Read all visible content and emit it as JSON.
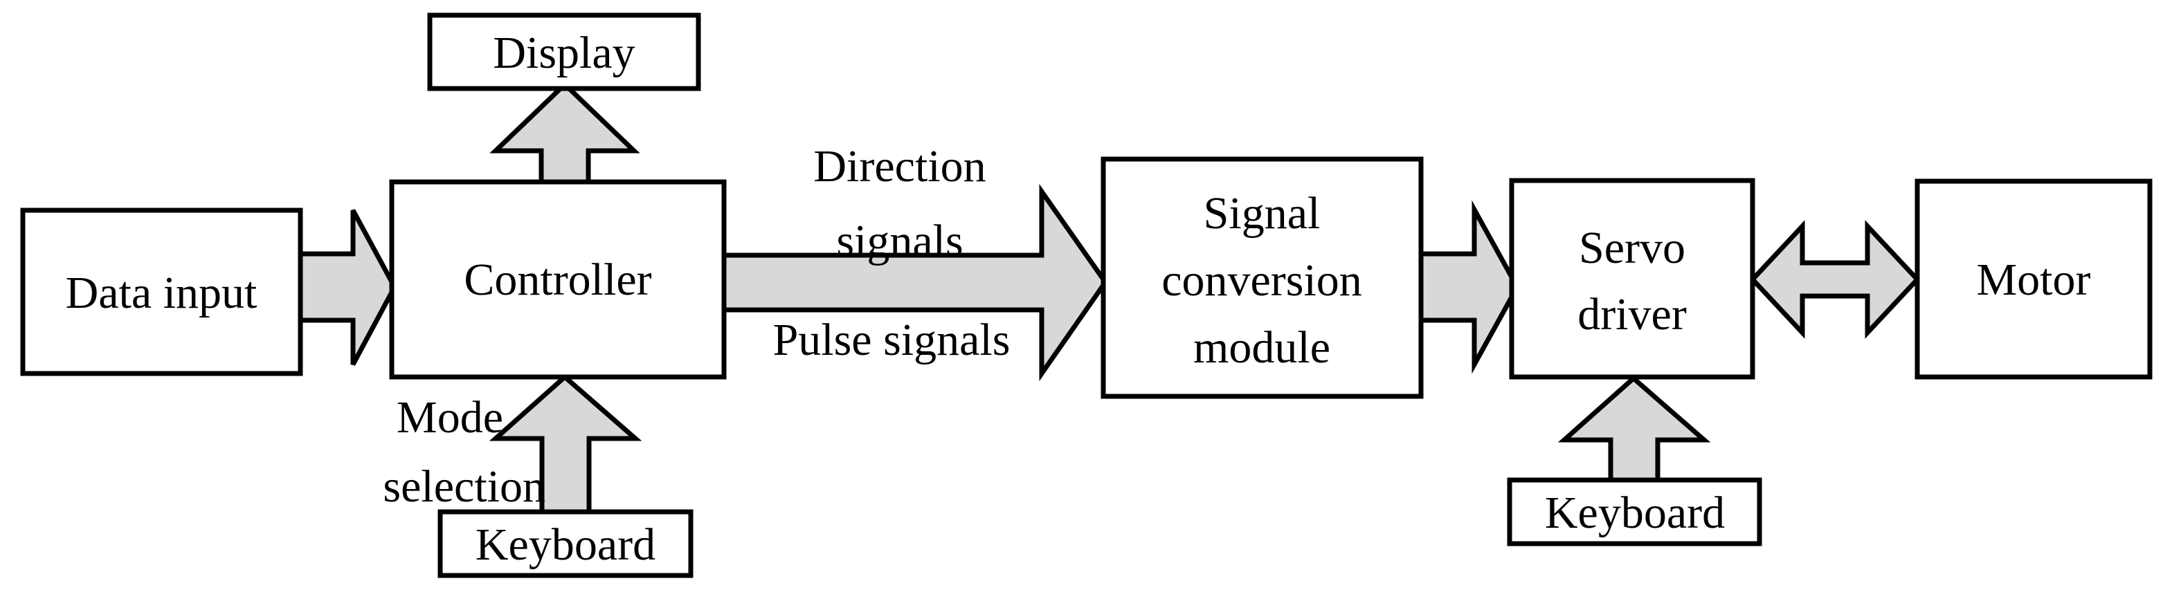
{
  "diagram": {
    "type": "block-diagram",
    "title": "Motor control system block diagram",
    "colors": {
      "background": "#ffffff",
      "box_fill": "#ffffff",
      "box_stroke": "#000000",
      "arrow_fill": "#d8d8d8",
      "arrow_stroke": "#000000",
      "text": "#000000"
    },
    "nodes": [
      {
        "id": "data-input",
        "label": "Data input",
        "lines": [
          "Data input"
        ]
      },
      {
        "id": "display",
        "label": "Display",
        "lines": [
          "Display"
        ]
      },
      {
        "id": "controller",
        "label": "Controller",
        "lines": [
          "Controller"
        ]
      },
      {
        "id": "keyboard-left",
        "label": "Keyboard",
        "lines": [
          "Keyboard"
        ]
      },
      {
        "id": "signal-conversion",
        "label": "Signal conversion module",
        "lines": [
          "Signal",
          "conversion",
          "module"
        ]
      },
      {
        "id": "servo-driver",
        "label": "Servo driver",
        "lines": [
          "Servo",
          "driver"
        ]
      },
      {
        "id": "keyboard-right",
        "label": "Keyboard",
        "lines": [
          "Keyboard"
        ]
      },
      {
        "id": "motor",
        "label": "Motor",
        "lines": [
          "Motor"
        ]
      }
    ],
    "edges": [
      {
        "id": "data-input-to-controller",
        "from": "data-input",
        "to": "controller",
        "label": "",
        "direction": "right"
      },
      {
        "id": "controller-to-display",
        "from": "controller",
        "to": "display",
        "label": "",
        "direction": "up"
      },
      {
        "id": "keyboard-left-to-controller",
        "from": "keyboard-left",
        "to": "controller",
        "label": "Mode selection",
        "direction": "up",
        "label_lines": [
          "Mode",
          "selection"
        ]
      },
      {
        "id": "controller-to-signal-conversion",
        "from": "controller",
        "to": "signal-conversion",
        "label": "Direction signals / Pulse signals",
        "direction": "right",
        "label_above_lines": [
          "Direction",
          "signals"
        ],
        "label_below_lines": [
          "Pulse signals"
        ]
      },
      {
        "id": "signal-conversion-to-servo",
        "from": "signal-conversion",
        "to": "servo-driver",
        "label": "",
        "direction": "right"
      },
      {
        "id": "keyboard-right-to-servo",
        "from": "keyboard-right",
        "to": "servo-driver",
        "label": "",
        "direction": "up"
      },
      {
        "id": "servo-to-motor",
        "from": "servo-driver",
        "to": "motor",
        "label": "",
        "direction": "bidirectional"
      }
    ],
    "labels": {
      "data_input": "Data input",
      "display": "Display",
      "controller": "Controller",
      "keyboard_left": "Keyboard",
      "signal_line1": "Signal",
      "signal_line2": "conversion",
      "signal_line3": "module",
      "servo_line1": "Servo",
      "servo_line2": "driver",
      "keyboard_right": "Keyboard",
      "motor": "Motor",
      "direction_line1": "Direction",
      "direction_line2": "signals",
      "pulse_signals": "Pulse signals",
      "mode_line1": "Mode",
      "mode_line2": "selection"
    }
  }
}
